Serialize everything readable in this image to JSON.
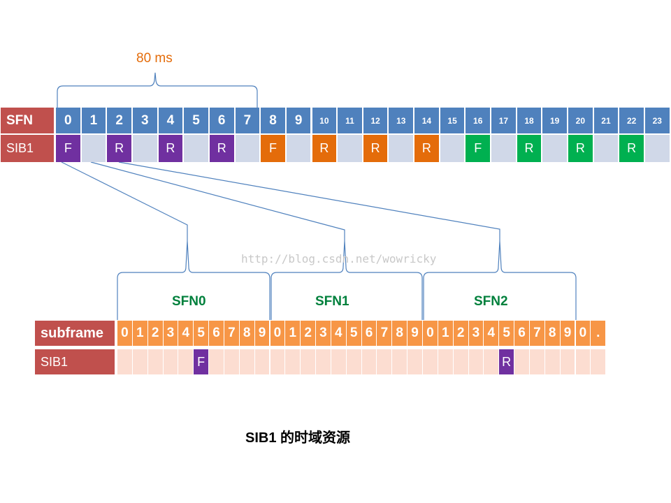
{
  "duration_label": "80 ms",
  "watermark": "http://blog.csdn.net/wowricky",
  "caption": "SIB1 的时域资源",
  "colors": {
    "header_bg": "#c0504d",
    "sfn_row_bg": "#4f81bd",
    "sib_row_bg": "#d0d8e8",
    "subframe_row_bg": "#f79646",
    "subframe_sib_bg": "#fcddd1",
    "purple": "#7030a0",
    "orange": "#e46c0a",
    "green": "#00b050",
    "sfn_label_color": "#00803c",
    "duration_color": "#e46c0a",
    "bracket_color": "#4f81bd"
  },
  "sfn_table": {
    "row1_header": "SFN",
    "row2_header": "SIB1",
    "numbers": [
      "0",
      "1",
      "2",
      "3",
      "4",
      "5",
      "6",
      "7",
      "8",
      "9",
      "10",
      "11",
      "12",
      "13",
      "14",
      "15",
      "16",
      "17",
      "18",
      "19",
      "20",
      "21",
      "22",
      "23"
    ],
    "sib1": [
      {
        "label": "F",
        "color": "purple"
      },
      {
        "label": "",
        "color": ""
      },
      {
        "label": "R",
        "color": "purple"
      },
      {
        "label": "",
        "color": ""
      },
      {
        "label": "R",
        "color": "purple"
      },
      {
        "label": "",
        "color": ""
      },
      {
        "label": "R",
        "color": "purple"
      },
      {
        "label": "",
        "color": ""
      },
      {
        "label": "F",
        "color": "orange"
      },
      {
        "label": "",
        "color": ""
      },
      {
        "label": "R",
        "color": "orange"
      },
      {
        "label": "",
        "color": ""
      },
      {
        "label": "R",
        "color": "orange"
      },
      {
        "label": "",
        "color": ""
      },
      {
        "label": "R",
        "color": "orange"
      },
      {
        "label": "",
        "color": ""
      },
      {
        "label": "F",
        "color": "green"
      },
      {
        "label": "",
        "color": ""
      },
      {
        "label": "R",
        "color": "green"
      },
      {
        "label": "",
        "color": ""
      },
      {
        "label": "R",
        "color": "green"
      },
      {
        "label": "",
        "color": ""
      },
      {
        "label": "R",
        "color": "green"
      },
      {
        "label": "",
        "color": ""
      }
    ]
  },
  "sfn_labels": [
    "SFN0",
    "SFN1",
    "SFN2"
  ],
  "subframe_table": {
    "row1_header": "subframe",
    "row2_header": "SIB1",
    "numbers": [
      "0",
      "1",
      "2",
      "3",
      "4",
      "5",
      "6",
      "7",
      "8",
      "9",
      "0",
      "1",
      "2",
      "3",
      "4",
      "5",
      "6",
      "7",
      "8",
      "9",
      "0",
      "1",
      "2",
      "3",
      "4",
      "5",
      "6",
      "7",
      "8",
      "9",
      "0",
      "."
    ],
    "sib1": [
      {
        "label": "",
        "color": ""
      },
      {
        "label": "",
        "color": ""
      },
      {
        "label": "",
        "color": ""
      },
      {
        "label": "",
        "color": ""
      },
      {
        "label": "",
        "color": ""
      },
      {
        "label": "F",
        "color": "purple"
      },
      {
        "label": "",
        "color": ""
      },
      {
        "label": "",
        "color": ""
      },
      {
        "label": "",
        "color": ""
      },
      {
        "label": "",
        "color": ""
      },
      {
        "label": "",
        "color": ""
      },
      {
        "label": "",
        "color": ""
      },
      {
        "label": "",
        "color": ""
      },
      {
        "label": "",
        "color": ""
      },
      {
        "label": "",
        "color": ""
      },
      {
        "label": "",
        "color": ""
      },
      {
        "label": "",
        "color": ""
      },
      {
        "label": "",
        "color": ""
      },
      {
        "label": "",
        "color": ""
      },
      {
        "label": "",
        "color": ""
      },
      {
        "label": "",
        "color": ""
      },
      {
        "label": "",
        "color": ""
      },
      {
        "label": "",
        "color": ""
      },
      {
        "label": "",
        "color": ""
      },
      {
        "label": "",
        "color": ""
      },
      {
        "label": "R",
        "color": "purple"
      },
      {
        "label": "",
        "color": ""
      },
      {
        "label": "",
        "color": ""
      },
      {
        "label": "",
        "color": ""
      },
      {
        "label": "",
        "color": ""
      },
      {
        "label": "",
        "color": ""
      },
      {
        "label": "",
        "color": ""
      }
    ]
  }
}
